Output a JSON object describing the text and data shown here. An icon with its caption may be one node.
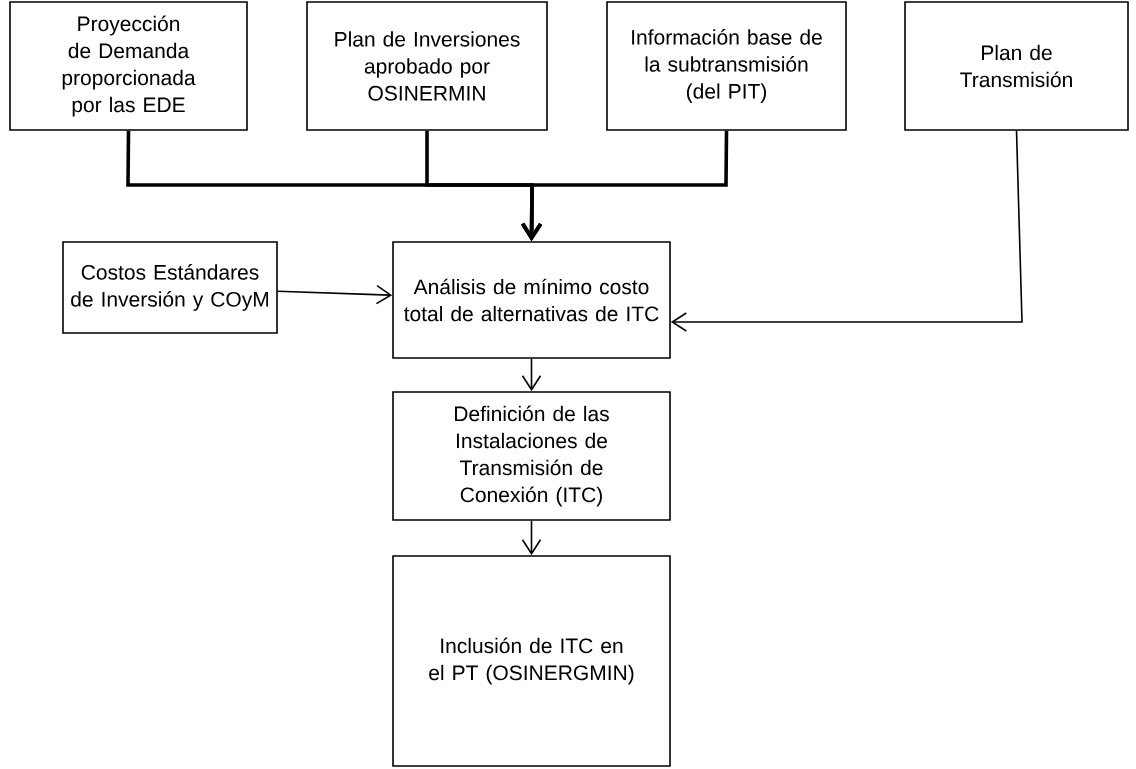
{
  "diagram": {
    "nodes": [
      {
        "text": [
          "Proyección de Demanda proporcionada por las EDE"
        ]
      },
      {
        "text": [
          "Plan de Inversiones aprobado por OSINERMIN"
        ]
      },
      {
        "text": [
          "Información base de la subtransmisión (del PIT)"
        ]
      },
      {
        "text": [
          "Plan de Transmisión"
        ]
      },
      {
        "text": [
          "Costos Estándares de Inversión y COyM"
        ]
      },
      {
        "text": [
          "Análisis de mínimo costo total de alternativas de ITC"
        ]
      },
      {
        "text": [
          "Definición de las Instalaciones de Transmisión de Conexión (ITC)"
        ]
      },
      {
        "text": [
          "Inclusión de ITC en el PT (OSINERGMIN)"
        ]
      }
    ],
    "edges": [
      {
        "from": 0,
        "to": 5,
        "arrow": "to",
        "style": "thick"
      },
      {
        "from": 1,
        "to": 5,
        "arrow": "to",
        "style": "thick"
      },
      {
        "from": 2,
        "to": 5,
        "arrow": "to",
        "style": "thick"
      },
      {
        "from": 3,
        "to": 5,
        "arrow": "to"
      },
      {
        "from": 4,
        "to": 5,
        "arrow": "to"
      },
      {
        "from": 5,
        "to": 6,
        "arrow": "to"
      },
      {
        "from": 6,
        "to": 7,
        "arrow": "to"
      }
    ]
  }
}
